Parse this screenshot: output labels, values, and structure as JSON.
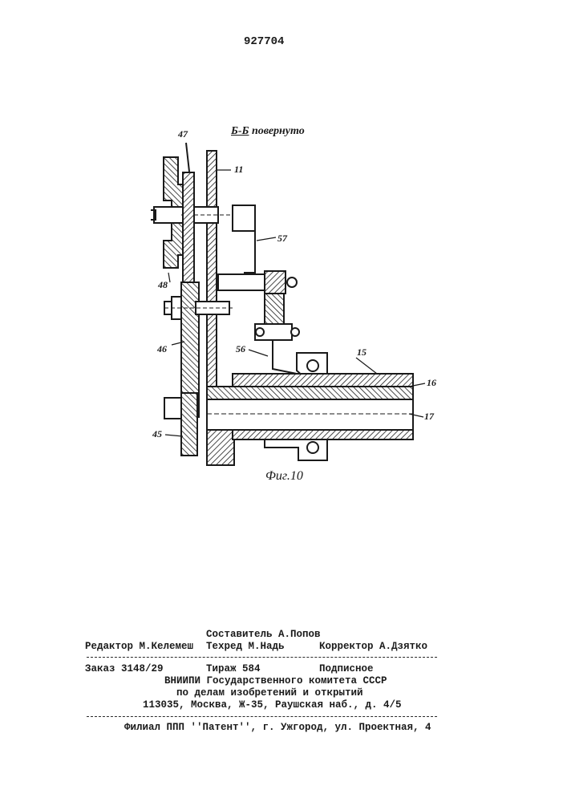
{
  "header": {
    "patent_number": "927704"
  },
  "drawing": {
    "section_title_letters": "Б-Б",
    "section_title_rest": " повернуто",
    "figure_caption": "Фиг.10",
    "reference_numbers": {
      "n47": "47",
      "n11": "11",
      "n57": "57",
      "n48": "48",
      "n46": "46",
      "n56": "56",
      "n15": "15",
      "n16": "16",
      "n17": "17",
      "n45": "45"
    }
  },
  "imprint": {
    "compiler": "Составитель А.Попов",
    "editor": "Редактор М.Келемеш",
    "techred": "Техред  М.Надь",
    "corrector": "Корректор А.Дзятко",
    "order": "Заказ 3148/29",
    "circulation": "Тираж 584",
    "subscription": "Подписное",
    "org_line1": "ВНИИПИ Государственного комитета СССР",
    "org_line2": "по делам изобретений и открытий",
    "address": "113035, Москва, Ж-35, Раушская наб., д. 4/5",
    "branch": "Филиал ППП ''Патент'', г. Ужгород, ул. Проектная, 4"
  }
}
